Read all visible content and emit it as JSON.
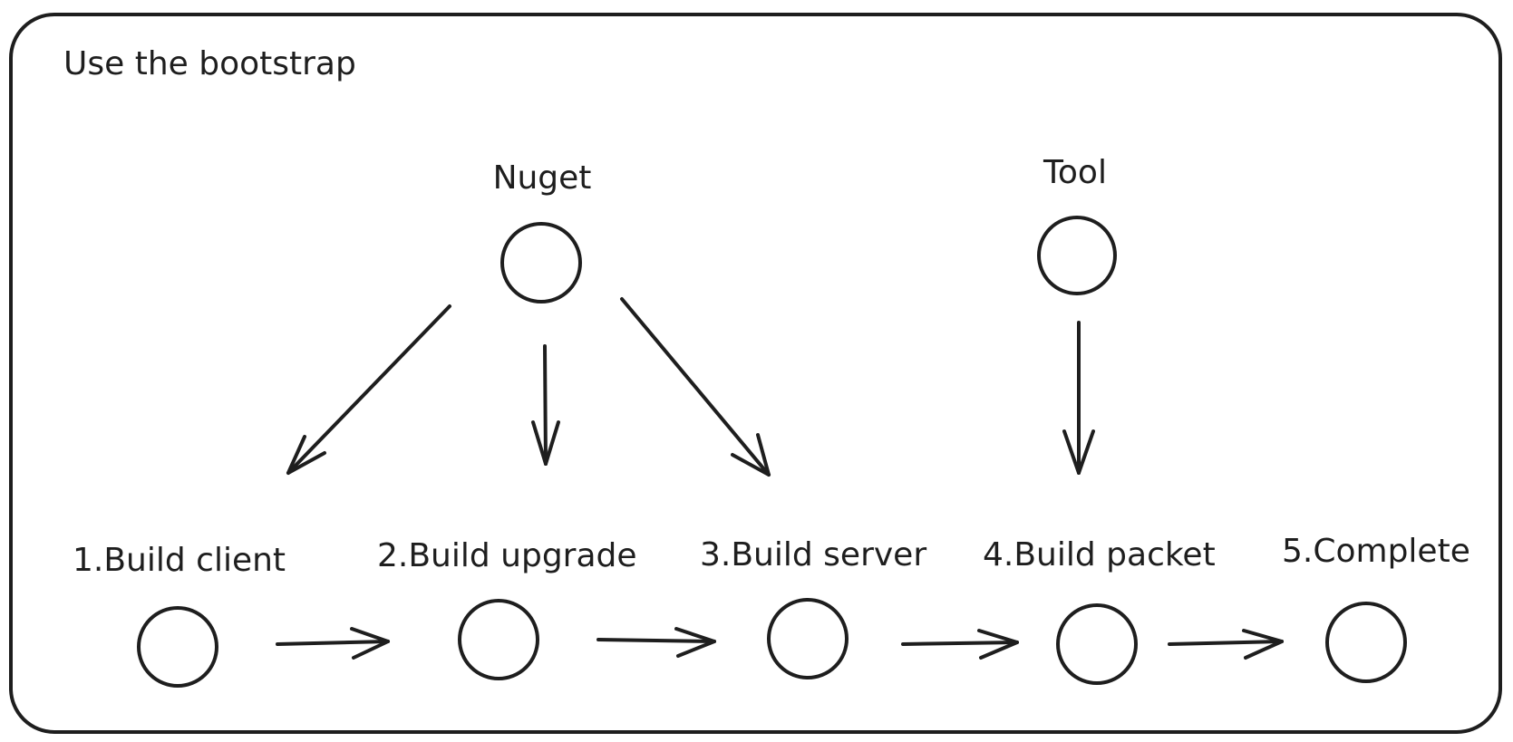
{
  "diagram": {
    "title": "Use the bootstrap",
    "sources": [
      {
        "id": "nuget",
        "label": "Nuget"
      },
      {
        "id": "tool",
        "label": "Tool"
      }
    ],
    "steps": [
      {
        "id": "step-1",
        "label": "1.Build client"
      },
      {
        "id": "step-2",
        "label": "2.Build upgrade"
      },
      {
        "id": "step-3",
        "label": "3.Build server"
      },
      {
        "id": "step-4",
        "label": "4.Build packet"
      },
      {
        "id": "step-5",
        "label": "5.Complete"
      }
    ],
    "edges": [
      {
        "from": "nuget",
        "to": "step-1"
      },
      {
        "from": "nuget",
        "to": "step-2"
      },
      {
        "from": "nuget",
        "to": "step-3"
      },
      {
        "from": "tool",
        "to": "step-4"
      },
      {
        "from": "step-1",
        "to": "step-2"
      },
      {
        "from": "step-2",
        "to": "step-3"
      },
      {
        "from": "step-3",
        "to": "step-4"
      },
      {
        "from": "step-4",
        "to": "step-5"
      }
    ]
  }
}
